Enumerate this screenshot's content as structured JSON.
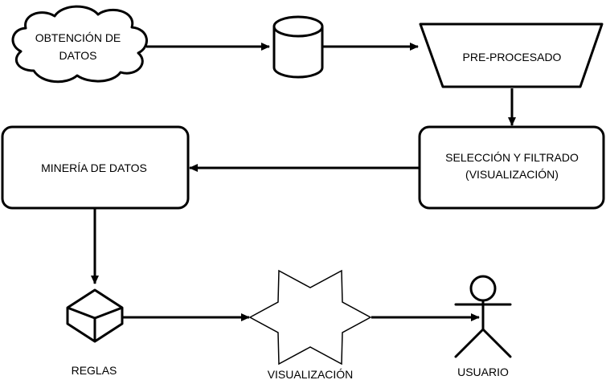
{
  "nodes": {
    "obtencion": {
      "line1": "OBTENCIÓN DE",
      "line2": "DATOS",
      "shape": "cloud"
    },
    "database": {
      "shape": "cylinder"
    },
    "preprocesado": {
      "label": "PRE-PROCESADO",
      "shape": "manual-operation"
    },
    "seleccion": {
      "line1": "SELECCIÓN Y FILTRADO",
      "line2": "(VISUALIZACIÓN)",
      "shape": "rounded-rectangle"
    },
    "mineria": {
      "label": "MINERÍA DE DATOS",
      "shape": "rounded-rectangle"
    },
    "reglas": {
      "label": "REGLAS",
      "shape": "cube"
    },
    "visualizacion": {
      "label": "VISUALIZACIÓN",
      "shape": "six-point-star"
    },
    "usuario": {
      "label": "USUARIO",
      "shape": "stick-figure"
    }
  },
  "edges": [
    {
      "from": "obtencion",
      "to": "database"
    },
    {
      "from": "database",
      "to": "preprocesado"
    },
    {
      "from": "preprocesado",
      "to": "seleccion"
    },
    {
      "from": "seleccion",
      "to": "mineria"
    },
    {
      "from": "mineria",
      "to": "reglas"
    },
    {
      "from": "reglas",
      "to": "visualizacion"
    },
    {
      "from": "visualizacion",
      "to": "usuario"
    }
  ],
  "colors": {
    "stroke": "#000000",
    "fill": "#ffffff"
  }
}
